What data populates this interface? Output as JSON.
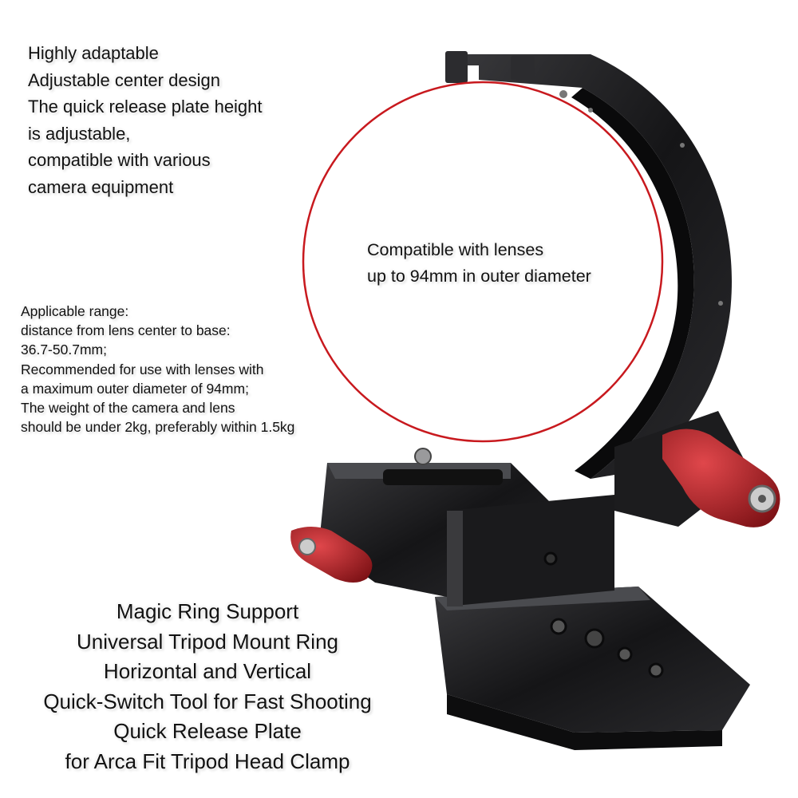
{
  "features": {
    "lines": [
      "Highly adaptable",
      "Adjustable center design",
      "The quick release plate height",
      "is adjustable,",
      "compatible with various",
      "camera equipment"
    ]
  },
  "range": {
    "lines": [
      "Applicable range:",
      "distance from lens center to base:",
      "36.7-50.7mm;",
      "Recommended for use with lenses with",
      "a maximum outer diameter of 94mm;",
      "The weight of the camera and lens",
      "should be under 2kg, preferably within 1.5kg"
    ]
  },
  "compat": {
    "lines": [
      "Compatible with lenses",
      "up to 94mm in outer diameter"
    ]
  },
  "product": {
    "lines": [
      "Magic Ring Support",
      "Universal Tripod Mount Ring",
      "Horizontal and Vertical",
      "Quick-Switch Tool for Fast Shooting",
      "Quick Release Plate",
      "for Arca Fit Tripod Head Clamp"
    ]
  },
  "colors": {
    "ring_outline": "#c8191e",
    "metal": "#1c1c1e",
    "knob": "#b81f24"
  }
}
